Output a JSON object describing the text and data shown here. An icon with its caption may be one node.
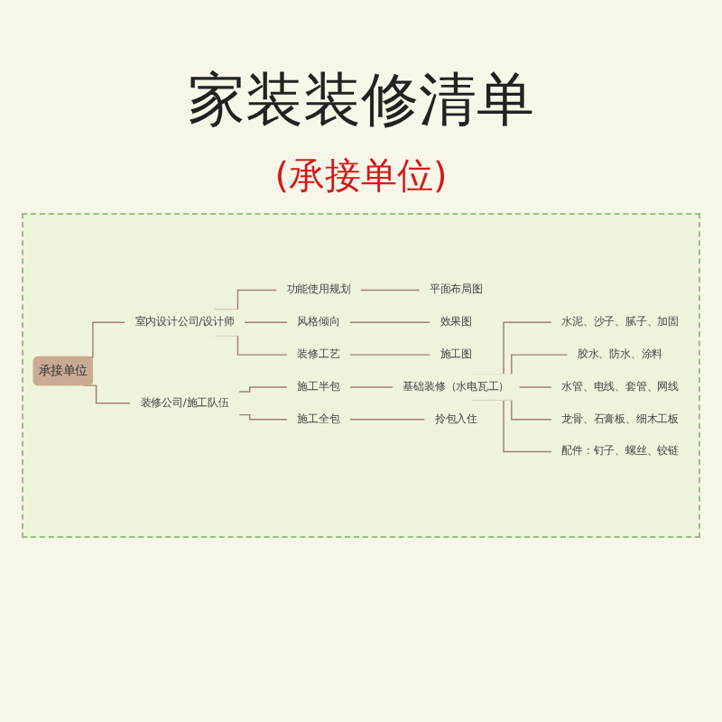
{
  "diagram": {
    "title": "家装装修清单",
    "nodes": [
      {
        "text": [
          "承接单位"
        ]
      },
      {
        "text": [
          "室内设计公司/设计师"
        ]
      },
      {
        "text": [
          "装修公司/施工队伍"
        ]
      },
      {
        "text": [
          "功能使用规划"
        ]
      },
      {
        "text": [
          "平面布局图"
        ]
      },
      {
        "text": [
          "风格倾向"
        ]
      },
      {
        "text": [
          "效果图"
        ]
      },
      {
        "text": [
          "装修工艺"
        ]
      },
      {
        "text": [
          "施工图"
        ]
      },
      {
        "text": [
          "施工半包"
        ]
      },
      {
        "text": [
          "基础装修（水电瓦工）"
        ]
      },
      {
        "text": [
          "水泥、沙子、腻子、加固"
        ]
      },
      {
        "text": [
          "胶水、防水、涂料"
        ]
      },
      {
        "text": [
          "水管、电线、套管、网线"
        ]
      },
      {
        "text": [
          "龙骨、石膏板、细木工板"
        ]
      },
      {
        "text": [
          "配件：钉子、螺丝、铰链"
        ]
      },
      {
        "text": [
          "施工全包"
        ]
      },
      {
        "text": [
          "拎包入住"
        ]
      }
    ],
    "edges": [
      {
        "from": 0,
        "to": 1,
        "arrow": "none"
      },
      {
        "from": 0,
        "to": 2,
        "arrow": "none"
      },
      {
        "from": 1,
        "to": 3,
        "arrow": "none"
      },
      {
        "from": 1,
        "to": 5,
        "arrow": "none"
      },
      {
        "from": 1,
        "to": 7,
        "arrow": "none"
      },
      {
        "from": 3,
        "to": 4,
        "arrow": "none"
      },
      {
        "from": 5,
        "to": 6,
        "arrow": "none"
      },
      {
        "from": 7,
        "to": 8,
        "arrow": "none"
      },
      {
        "from": 2,
        "to": 9,
        "arrow": "none"
      },
      {
        "from": 2,
        "to": 16,
        "arrow": "none"
      },
      {
        "from": 9,
        "to": 10,
        "arrow": "none"
      },
      {
        "from": 10,
        "to": 11,
        "arrow": "none"
      },
      {
        "from": 10,
        "to": 12,
        "arrow": "none"
      },
      {
        "from": 10,
        "to": 13,
        "arrow": "none"
      },
      {
        "from": 10,
        "to": 14,
        "arrow": "none"
      },
      {
        "from": 10,
        "to": 15,
        "arrow": "none"
      },
      {
        "from": 16,
        "to": 17,
        "arrow": "none"
      }
    ],
    "labels": [
      "(承接单位)"
    ]
  }
}
